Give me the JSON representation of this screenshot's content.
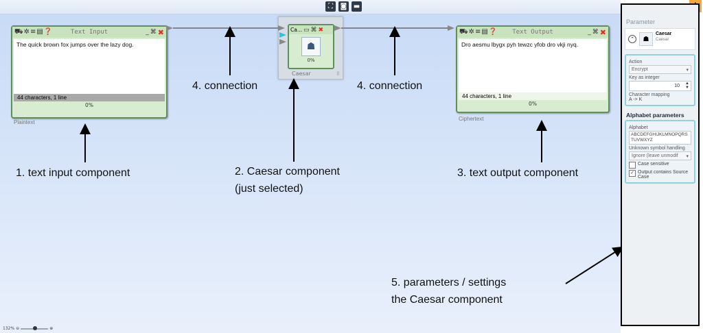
{
  "toolbar": {
    "icons": [
      "fit-icon",
      "camera-icon",
      "comment-icon"
    ]
  },
  "text_input": {
    "title": "Text Input",
    "content": "The quick brown fox jumps over the lazy dog.",
    "status": "44 characters,  1 line",
    "progress": "0%",
    "caption": "Plaintext"
  },
  "caesar": {
    "title": "Ca...",
    "progress": "0%",
    "caption": "Caesar"
  },
  "text_output": {
    "title": "Text Output",
    "content": "Dro aesmu lbygx pyh tewzc yfob dro vkji nyq.",
    "status": "44 characters,  1 line",
    "progress": "0%",
    "caption": "Ciphertext"
  },
  "annotations": {
    "text_input": "1. text input component",
    "caesar_line1": "2. Caesar component",
    "caesar_line2": "(just selected)",
    "text_output": "3. text output component",
    "connection_left": "4. connection",
    "connection_right": "4. connection",
    "params_line1": "5. parameters / settings",
    "params_line2": "the Caesar component"
  },
  "panel": {
    "title": "Parameter",
    "component_name": "Caesar",
    "component_sub": "Caesar",
    "action_label": "Action",
    "action_value": "Encrypt",
    "key_label": "Key as integer",
    "key_value": "10",
    "mapping_label": "Character mapping",
    "mapping_value": "A -> K",
    "alphabet_section": "Alphabet parameters",
    "alphabet_label": "Alphabet",
    "alphabet_value": "ABCDEFGHIJKLMNOPQRSTUVWXYZ",
    "unknown_label": "Unknown symbol handling",
    "unknown_value": "Ignore (leave unmodif",
    "case_sensitive": "Case sensitive",
    "output_case": "Output contains Source Case"
  },
  "zoom": {
    "label": "132%"
  },
  "colors": {
    "accent": "#f0a83a",
    "component_border": "#5f8f5c",
    "canvas": "#c7daf6"
  }
}
